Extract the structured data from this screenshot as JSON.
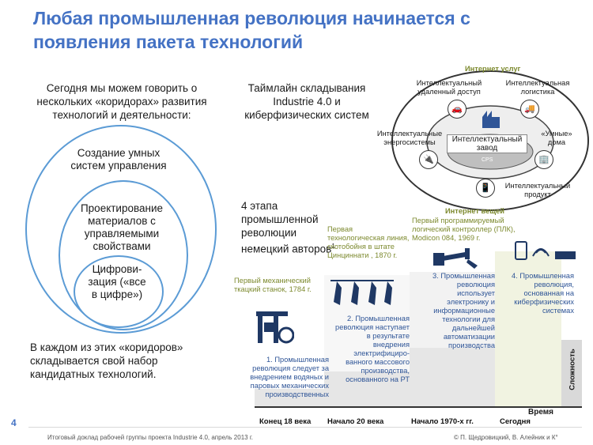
{
  "slide": {
    "title": "Любая промышленная революция начинается с появления пакета технологий",
    "page_number": "4",
    "footer_source": "Итоговый доклад рабочей группы проекта Industrie 4.0, апрель 2013 г.",
    "footer_copyright": "© П. Щедровицкий, В. Алейник и К°"
  },
  "left": {
    "intro": "Сегодня мы можем говорить о нескольких «коридорах» развития технологий и деятельности:",
    "circle_outer": "Создание умных систем управления",
    "circle_middle": "Проектирование материалов с управляемыми свойствами",
    "circle_inner": "Цифрови-зация («все в цифре»)",
    "outro": "В каждом из этих «коридоров» складывается свой набор кандидатных технологий."
  },
  "timeline": {
    "title": "Таймлайн складывания Industrie 4.0 и киберфизических систем",
    "stages_label": "4 этапа промышленной революции немецкий авторов",
    "stages_sup": "1",
    "milestones": {
      "m1": "Первый механический ткацкий станок, 1784 г.",
      "m2": "Первая технологическая линия, скотобойня в штате Цинциннати , 1870 г.",
      "m3": "Первый программируемый логический контроллер (ПЛК), Modicon 084, 1969 г."
    },
    "revolutions": {
      "r1": "1. Промышленная революция следует за внедрением водяных и паровых механических производственных",
      "r2": "2. Промышленная революция наступает в результате внедрения электрифициро-ванного массового производства, основанного на РТ",
      "r3": "3. Промышленная революция использует электронику и информационные технологии для дальнейшей автоматизации производства",
      "r4": "4. Промышленная революция, основанная на киберфизических системах"
    },
    "axis": {
      "x_label": "Время",
      "y_label": "Сложность",
      "ticks": [
        "Конец 18 века",
        "Начало 20 века",
        "Начало 1970-х гг.",
        "Сегодня"
      ]
    }
  },
  "factory": {
    "internet_services": "Интернет услуг",
    "internet_things": "Интернет вещей",
    "center": "Интеллектуальный завод",
    "cps": "CPS",
    "nodes": {
      "remote": "Интеллектуальный удаленный доступ",
      "logistics": "Интеллектуальная логистика",
      "energy": "Интеллектуальные энергосистемы",
      "homes": "«Умные» дома",
      "product": "Интеллектуальный продукт"
    }
  }
}
